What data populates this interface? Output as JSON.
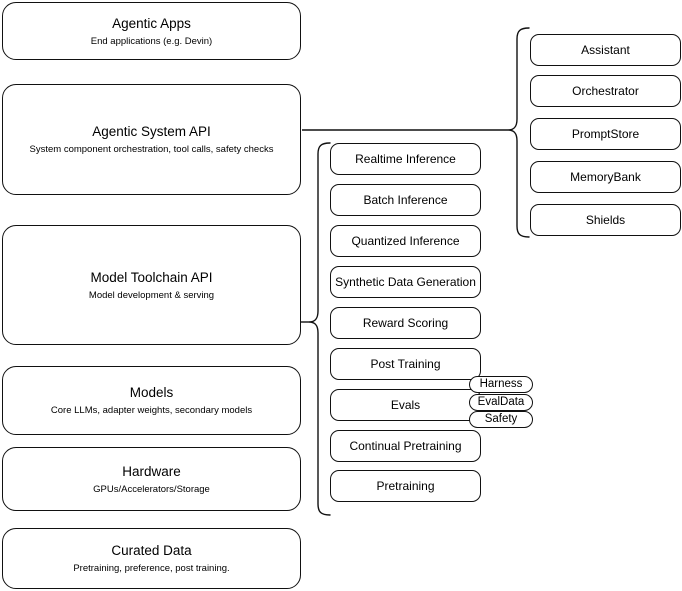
{
  "diagram": {
    "title": "Agentic stack layered architecture",
    "stroke_color": "#111111",
    "background_color": "#ffffff"
  },
  "left_stack": {
    "name": "platform-layers",
    "items": [
      {
        "id": "agentic-apps",
        "title": "Agentic Apps",
        "subtitle": "End applications (e.g. Devin)"
      },
      {
        "id": "agentic-system-api",
        "title": "Agentic System API",
        "subtitle": "System component orchestration, tool calls, safety checks"
      },
      {
        "id": "model-toolchain-api",
        "title": "Model Toolchain API",
        "subtitle": "Model development & serving"
      },
      {
        "id": "models",
        "title": "Models",
        "subtitle": "Core LLMs, adapter weights, secondary models"
      },
      {
        "id": "hardware",
        "title": "Hardware",
        "subtitle": "GPUs/Accelerators/Storage"
      },
      {
        "id": "curated-data",
        "title": "Curated Data",
        "subtitle": "Pretraining, preference, post training."
      }
    ]
  },
  "middle_stack": {
    "name": "model-toolchain-capabilities",
    "items": [
      {
        "id": "realtime-inference",
        "label": "Realtime Inference"
      },
      {
        "id": "batch-inference",
        "label": "Batch Inference"
      },
      {
        "id": "quantized-inference",
        "label": "Quantized Inference"
      },
      {
        "id": "synthetic-data-generation",
        "label": "Synthetic Data Generation"
      },
      {
        "id": "reward-scoring",
        "label": "Reward Scoring"
      },
      {
        "id": "post-training",
        "label": "Post Training"
      },
      {
        "id": "evals",
        "label": "Evals"
      },
      {
        "id": "continual-pretraining",
        "label": "Continual Pretraining"
      },
      {
        "id": "pretraining",
        "label": "Pretraining"
      }
    ]
  },
  "evals_pills": {
    "name": "evals-subcomponents",
    "items": [
      {
        "id": "harness",
        "label": "Harness"
      },
      {
        "id": "evaldata",
        "label": "EvalData"
      },
      {
        "id": "safety",
        "label": "Safety"
      }
    ]
  },
  "right_stack": {
    "name": "agentic-system-components",
    "items": [
      {
        "id": "assistant",
        "label": "Assistant"
      },
      {
        "id": "orchestrator",
        "label": "Orchestrator"
      },
      {
        "id": "promptstore",
        "label": "PromptStore"
      },
      {
        "id": "memorybank",
        "label": "MemoryBank"
      },
      {
        "id": "shields",
        "label": "Shields"
      }
    ]
  }
}
